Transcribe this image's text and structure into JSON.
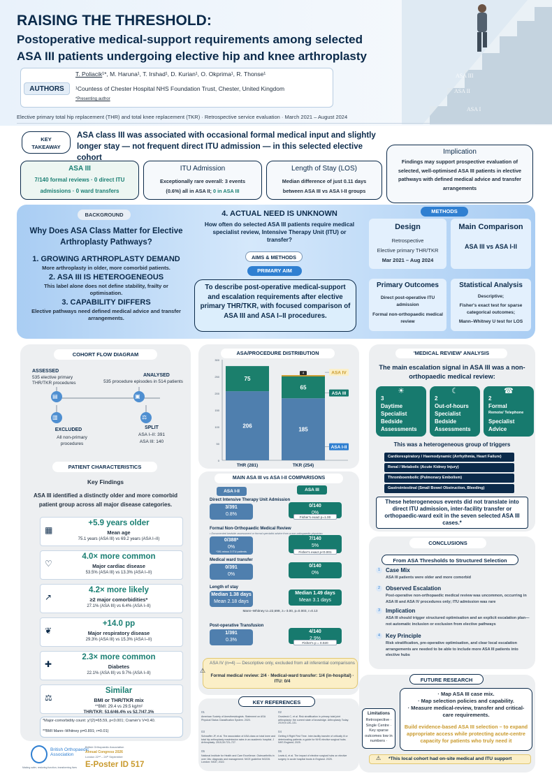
{
  "header": {
    "title1": "RAISING THE THRESHOLD:",
    "title2": "Postoperative medical-support requirements among selected",
    "title3": "ASA III patients undergoing elective hip and knee arthroplasty",
    "authors_label": "AUTHORS",
    "author_lead": "T. Poliacik",
    "author_list": "¹*, M. Haruna¹, T. Irshad¹, D. Kurian¹, O. Okprima¹, R. Thonse¹",
    "affiliation": "¹Countess of Chester Hospital NHS Foundation Trust, Chester, United Kingdom",
    "presenting": "*Presenting author",
    "stair_labels": [
      "ASA III",
      "ASA II",
      "ASA I"
    ],
    "meta": "Elective primary total hip replacement (THR) and total knee replacement (TKR) · Retrospective service evaluation · March 2021 – August 2024"
  },
  "takeaway": {
    "label": "KEY TAKEAWAY",
    "text": "ASA class III was associated with occasional formal medical input and slightly longer stay — not frequent direct ITU admission — in this selected elective cohort",
    "implication_title": "Implication",
    "implication_text": "Findings may support prospective evaluation of selected, well-optimised ASA III patients in elective pathways with defined medical advice and transfer arrangements",
    "cards": [
      {
        "title": "ASA III",
        "line1": "7/140 formal reviews · 0 direct ITU",
        "line2": "admissions · 0 ward transfers"
      },
      {
        "title": "ITU Admission",
        "line1": "Exceptionally rare overall: 3 events",
        "line2a": "(0.6%) all in ASA II; ",
        "line2b": "0 in ASA III"
      },
      {
        "title": "Length of Stay (LOS)",
        "line1": "Median difference of just 0.11 days",
        "line2": "between ASA III vs ASA I-II groups"
      }
    ]
  },
  "background": {
    "label": "BACKGROUND",
    "question": "Why Does ASA Class Matter for Elective Arthroplasty Pathways?",
    "points": [
      {
        "h": "1.  GROWING ARTHROPLASTY DEMAND",
        "t": "More arthroplasty in older, more comorbid patients."
      },
      {
        "h": "2. ASA III IS HETEROGENEOUS",
        "t": "This label alone does not define stability, frailty or optimisation."
      },
      {
        "h": "3. CAPABILITY DIFFERS",
        "t": "Elective pathways need defined medical advice and transfer arrangements."
      }
    ],
    "need_title": "4. ACTUAL NEED IS UNKNOWN",
    "need_text": "How often do selected ASA III patients require medical specialist review, Intensive Therapy Unit (ITU) or transfer?",
    "aims_label": "AIMS & METHODS",
    "primary_aim_label": "PRIMARY AIM",
    "primary_aim": "To describe post-operative medical-support and escalation requirements after elective primary THR/TKR, with focused comparison of ASA III and ASA I–II procedures."
  },
  "methods": {
    "label": "METHODS",
    "design_title": "Design",
    "design_lines": [
      "Retrospective",
      "Elective primary THR/TKR",
      "Mar 2021 – Aug 2024"
    ],
    "comparison_title": "Main Comparison",
    "comparison_text": "ASA III vs ASA I-II",
    "outcomes_title": "Primary Outcomes",
    "outcomes_lines": [
      "Direct post-operative ITU admission",
      "Formal non-orthopaedic medical review"
    ],
    "stats_title": "Statistical Analysis",
    "stats_lines": [
      "Descriptive;",
      "Fisher's exact test for sparse categorical outcomes;",
      "Mann–Whitney U test for LOS"
    ]
  },
  "cohort": {
    "label": "COHORT FLOW DIAGRAM",
    "assessed_h": "ASSESSED",
    "assessed_t": "535 elective primary THR/TKR procedures",
    "analysed_h": "ANALYSED",
    "analysed_t": "535 procedure episodes in 514 patients",
    "excluded_h": "EXCLUDED",
    "excluded_t": "All non-primary procedures",
    "split_h": "SPLIT",
    "split_t1": "ASA I–II: 391",
    "split_t2": "ASA III: 140"
  },
  "patients": {
    "label": "PATIENT CHARACTERISTICS",
    "key": "Key Findings",
    "intro": "ASA III identified a distinctly older and more comorbid patient group across all major disease categories.",
    "items": [
      {
        "icon": "calendar-icon",
        "big": "+5.9 years older",
        "sub": "Mean age",
        "detail": "75.1 years (ASA III) vs 69.2 years (ASA I–II)"
      },
      {
        "icon": "heart-icon",
        "big": "4.0× more common",
        "sub": "Major cardiac disease",
        "detail": "53.5% (ASA III) vs 13.3% (ASA I–II)"
      },
      {
        "icon": "trend-icon",
        "big": "4.2× more likely",
        "sub": "≥2 major comorbidities*",
        "detail": "27.1% (ASA III) vs 6.4% (ASA I–II)"
      },
      {
        "icon": "lungs-icon",
        "big": "+14.0 pp",
        "sub": "Major respiratory disease",
        "detail": "29.3% (ASA III) vs 15.3% (ASA I–II)"
      },
      {
        "icon": "syringe-icon",
        "big": "2.3× more common",
        "sub": "Diabetes",
        "detail": "22.1% (ASA III) vs 9.7% (ASA I–II)"
      },
      {
        "icon": "scales-icon",
        "big": "Similar",
        "sub": "BMI or THR/TKR mix",
        "detail": "**BMI: 29.4 vs 29.5 kg/m²",
        "detail2": "THR/TKR: 53.6/46.4% vs 52.7/47.3%"
      }
    ],
    "foot1": "*Major-comorbidity count: χ²(2)=65.59, p<0.001; Cramér's V=0.40.",
    "foot2": "**BMI Mann–Whitney p=0.891; r=0.01)"
  },
  "chart_data": {
    "type": "bar",
    "title": "ASA/PROCEDURE DISTRIBUTION",
    "categories": [
      "THR (281)",
      "TKR (254)"
    ],
    "ylim": [
      0,
      300
    ],
    "yticks": [
      0,
      50,
      100,
      150,
      200,
      250,
      300
    ],
    "series": [
      {
        "name": "ASA I-II",
        "values": [
          206,
          185
        ],
        "color": "#4f7fae"
      },
      {
        "name": "ASA III",
        "values": [
          75,
          65
        ],
        "color": "#1b7f6c"
      },
      {
        "name": "ASA IV",
        "values": [
          0,
          4
        ],
        "color": "#c99a2e"
      }
    ],
    "value_labels": [
      [
        "206",
        "75",
        ""
      ],
      [
        "185",
        "65",
        "4"
      ]
    ]
  },
  "comparisons": {
    "label": "MAIN ASA III vs ASA I-II COMPARISONS",
    "col1": "ASA I-II",
    "col2": "ASA III",
    "rows": [
      {
        "title": "Direct Intensive Therapy Unit Admission",
        "a1": "3/391",
        "a2": "0.8%",
        "b1": "0/140",
        "b2": "0%",
        "stat": "Fisher's exact p=1.00"
      },
      {
        "title": "Formal Non-Orthopaedic Medical Review",
        "note": "• Documented bedside assessment or formal specialist advice from a non-orthopaedic physician.",
        "a1": "0/388*",
        "a2": "0%",
        "a3": "*391 minus 3 ITU patients",
        "b1": "7/140",
        "b2": "5%",
        "stat": "Fisher's exact p<0.001"
      },
      {
        "title": "Medical ward transfer",
        "a1": "0/391",
        "a2": "0%",
        "b1": "0/140",
        "b2": "0%"
      },
      {
        "title": "Length of stay",
        "a1": "Median 1.38 days",
        "a2": "Mean 2.18 days",
        "b1": "Median 1.49 days",
        "b2": "Mean 3.1 days",
        "stat2": "Mann–Whitney U=22,699, z=-3.00, p=0.003, r=0.13"
      },
      {
        "title": "Post-operative Transfusion",
        "a1": "1/391",
        "a2": "0.3%",
        "b1": "4/140",
        "b2": "2.9%",
        "stat": "Fisher's p = 0.020"
      }
    ],
    "asa4_title": "ASA IV (n=4) — Descriptive only, excluded from all inferential comparisons",
    "asa4_text": "Formal medical review: 2/4 · Medical-ward transfer: 1/4 (in-hospital) · ITU: 0/4"
  },
  "references": {
    "label": "KEY REFERENCES",
    "items": [
      {
        "n": "01",
        "t": "American Society of Anesthesiologists. Statement on ASA Physical Status Classification System. 2020."
      },
      {
        "n": "02",
        "t": "Grosbeck C, et al. Risk stratification in primary total joint arthroplasty: the current state of knowledge. Arthroplasty Today. 2019;5:126–131."
      },
      {
        "n": "03",
        "t": "Schwaffer JF, et al. The association of ASA class on total knee and total hip arthroplasty readmission rates in an academic hospital. J Arthroplasty. 2015;30:723–727."
      },
      {
        "n": "04",
        "t": "Getting It Right First Time. Inter-facility transfer of critically ill or deteriorating patients: a guide for NHS elective surgical hubs. NHS England; 2025."
      },
      {
        "n": "05",
        "t": "National Institute for Health and Care Excellence. Osteoarthritis in over 16s: diagnosis and management. NICE guideline NG226. London: NICE; 2022."
      },
      {
        "n": "06",
        "t": "Lewis A, et al. The impact of elective surgical hubs on elective surgery in acute hospital trusts in England. 2025."
      }
    ]
  },
  "footer": {
    "boa": "British Orthopaedic Association",
    "boa_tag": "Making safer, restoring function, transforming lives",
    "congress1": "British Orthopaedic Association",
    "congress2": "Annual Congress 2026",
    "congress3": "London 22ⁿᵈ – 24ᵗʰ September",
    "eposter": "E-Poster ID 517"
  },
  "medical_review": {
    "label": "'MEDICAL REVIEW' ANALYSIS",
    "heading": "The main escalation signal in ASA III was a non-orthopaedic medical review:",
    "boxes": [
      {
        "icon": "sun-icon",
        "n": "3",
        "l1": "Daytime",
        "l2": "Specialist",
        "l3": "Bedside",
        "l4": "Assessments"
      },
      {
        "icon": "moon-icon",
        "n": "2",
        "l1": "Out-of-hours",
        "l2": "Specialist",
        "l3": "Bedside",
        "l4": "Assessments"
      },
      {
        "icon": "phone-icon",
        "n": "2",
        "l1": "Formal",
        "l2": "Remote/ Telephone",
        "l3": "Specialist",
        "l4": "Advice"
      }
    ],
    "trig_heading": "This was a heterogeneous group of triggers",
    "triggers": [
      "Cardiorespiratory / Haemodynamic (Arrhythmia, Heart Failure)",
      "Renal / Metabolic (Acute Kidney Injury)",
      "Thromboembolic (Pulmonary Embolism)",
      "Gastrointestinal (Small Bowel Obstruction, Bleeding)"
    ],
    "summary": "These heterogeneous events did not translate into direct ITU admission, inter-facility transfer or orthopaedic-ward exit in the seven selected ASA III cases.*"
  },
  "conclusions": {
    "label": "CONCLUSIONS",
    "sub": "From ASA Thresholds to Structured Selection",
    "items": [
      {
        "n": "1",
        "h": "Case Mix",
        "t": "ASA III patients were older and more comorbid"
      },
      {
        "n": "2",
        "h": "Observed Escalation",
        "t": "Post-operative non-orthopaedic medical review was uncommon, occurring in ASA III and ASA IV procedures only; ITU admission was rare"
      },
      {
        "n": "3",
        "h": "Implication",
        "t": "ASA III should trigger structured optimisation and an explicit escalation plan—not automatic inclusion or exclusion from elective pathways"
      },
      {
        "n": "4",
        "h": "Key Principle",
        "t": "Risk stratification, pre-operative optimisation, and clear local escalation arrangements are needed to be able to include more ASA III patients into elective hubs"
      }
    ]
  },
  "future": {
    "label": "FUTURE RESEARCH",
    "limits_title": "Limitations",
    "limits_text": "Retrospective · Single Centre · Key sparse outcomes low in numbers ·",
    "items": [
      "· Map ASA III case mix.",
      "· Map selection policies and capability.",
      "· Measure medical-review, transfer and critical-care requirements."
    ],
    "build": "Build evidence-based ASA III selection – to expand appropriate access while protecting acute-centre capacity for patients who truly need it",
    "note": "*This local cohort had on-site medical and ITU support"
  }
}
